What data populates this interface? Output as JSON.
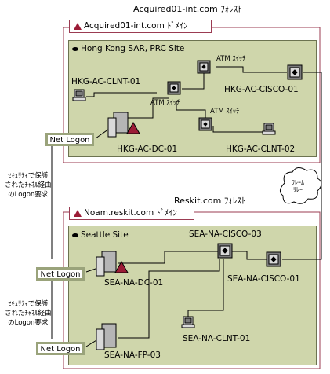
{
  "top_forest": {
    "title": "Acquired01-int.com ﾌｫﾚｽﾄ",
    "domain_label": "Acquired01-int.com ﾄﾞﾒｲﾝ",
    "site_label": "Hong Kong SAR, PRC Site",
    "nodes": {
      "clnt01": "HKG-AC-CLNT-01",
      "atm1": "ATM ｽｲｯﾁ",
      "atm2": "ATM ｽｲｯﾁ",
      "atm3": "ATM ｽｲｯﾁ",
      "cisco01": "HKG-AC-CISCO-01",
      "dc01": "HKG-AC-DC-01",
      "clnt02": "HKG-AC-CLNT-02"
    }
  },
  "frame_relay": "ﾌﾚｰﾑ\nﾘﾚｰ",
  "bottom_forest": {
    "title": "Reskit.com ﾌｫﾚｽﾄ",
    "domain_label": "Noam.reskit.com ﾄﾞﾒｲﾝ",
    "site_label": "Seattle Site",
    "nodes": {
      "cisco03": "SEA-NA-CISCO-03",
      "dc01": "SEA-NA-DC-01",
      "cisco01": "SEA-NA-CISCO-01",
      "clnt01": "SEA-NA-CLNT-01",
      "fp03": "SEA-NA-FP-03"
    }
  },
  "net_logon": {
    "top": "Net Logon",
    "middle": "Net Logon",
    "bottom": "Net Logon"
  },
  "secure_request": {
    "upper": "ｾｷｭﾘﾃｨで保護\nされたﾁｬﾈﾙ経由\nのLogon要求",
    "lower": "ｾｷｭﾘﾃｨで保護\nされたﾁｬﾈﾙ経由\nのLogon要求"
  },
  "colors": {
    "site_fill": "#cfd6ab",
    "domain_border": "#9b3b52",
    "net_logon_border": "#9aa37b",
    "dc_triangle": "#9b1c36"
  }
}
